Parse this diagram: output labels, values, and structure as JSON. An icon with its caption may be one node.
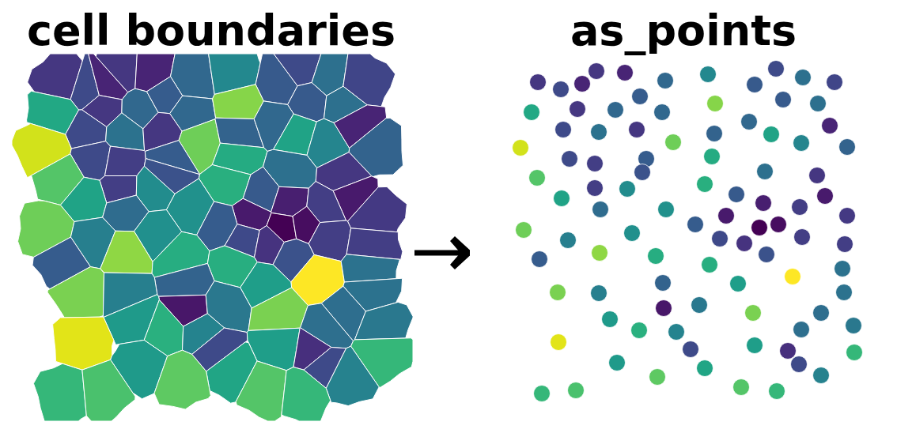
{
  "diagram": {
    "nodes": [
      {
        "text": [
          "cell boundaries"
        ]
      },
      {
        "text": [
          "as_points"
        ]
      }
    ],
    "edges": [
      {
        "from": 0,
        "to": 1,
        "arrow": "to"
      }
    ]
  }
}
